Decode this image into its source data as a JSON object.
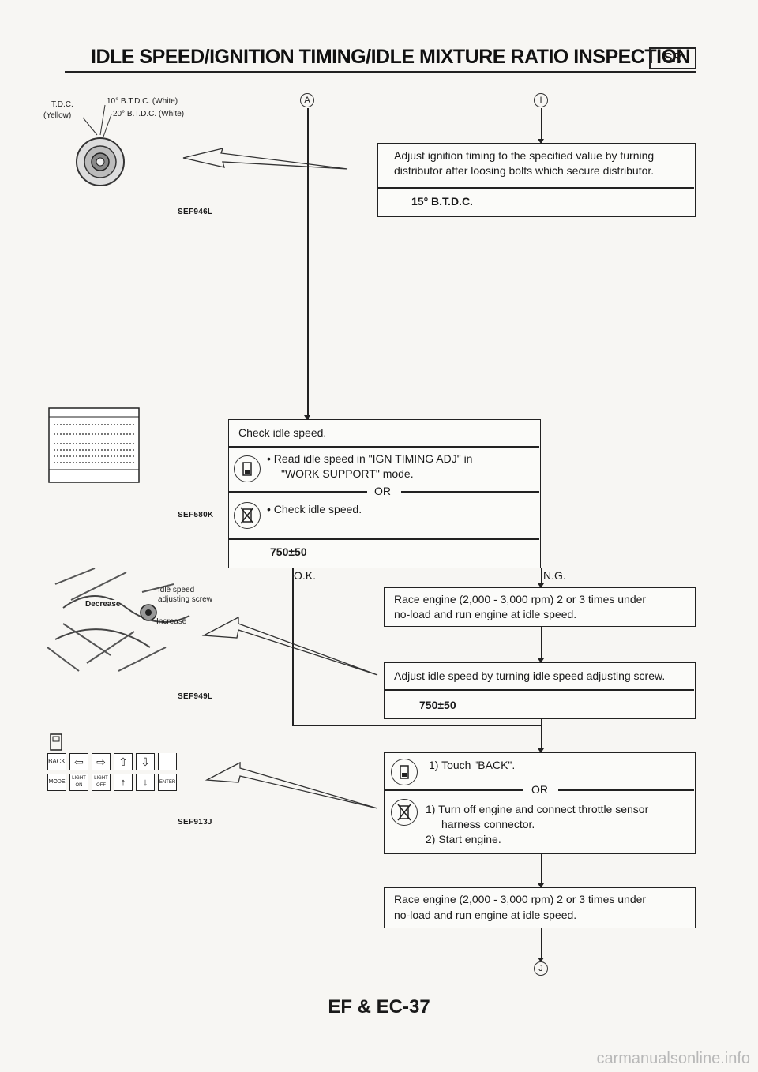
{
  "header": {
    "title": "IDLE SPEED/IGNITION TIMING/IDLE MIXTURE RATIO INSPECTION",
    "badge": "SR"
  },
  "figures": {
    "pulley": {
      "code": "SEF946L",
      "tdc_label": "T.D.C.",
      "tdc_color": "(Yellow)",
      "mark10": "10° B.T.D.C. (White)",
      "mark20": "20° B.T.D.C. (White)"
    },
    "consult_screen": {
      "code": "SEF580K"
    },
    "adjusting_screw": {
      "code": "SEF949L",
      "decrease": "Decrease",
      "screw_label_1": "Idle speed",
      "screw_label_2": "adjusting screw",
      "increase": "Increase"
    },
    "keypad": {
      "code": "SEF913J",
      "keys_top": [
        "BACK",
        "⇦",
        "⇨",
        "⇧",
        "⇩",
        ""
      ],
      "keys_bottom": [
        "MODE",
        "LIGHT ON",
        "LIGHT OFF",
        "↑",
        "↓",
        "ENTER"
      ]
    }
  },
  "flow": {
    "connector_a": "A",
    "connector_i": "I",
    "connector_j": "J",
    "timing": {
      "text": "Adjust ignition timing to the specified value by turning distributor after loosing bolts which secure distributor.",
      "spec": "15° B.T.D.C."
    },
    "check": {
      "title": "Check idle speed.",
      "consult_line1": "• Read idle speed in \"IGN TIMING ADJ\" in",
      "consult_line2": "\"WORK SUPPORT\" mode.",
      "or": "OR",
      "noconsult": "• Check idle speed.",
      "spec": "750±50"
    },
    "ok_label": "O.K.",
    "ng_label": "N.G.",
    "race1": {
      "line1": "Race engine (2,000 - 3,000 rpm) 2 or 3 times under",
      "line2": "no-load and run engine at idle speed."
    },
    "adjust_idle": {
      "text": "Adjust idle speed by turning idle speed adjusting screw.",
      "spec": "750±50"
    },
    "touch_back": {
      "consult_step": "1) Touch \"BACK\".",
      "or": "OR",
      "step1_line1": "1) Turn off engine and connect throttle sensor",
      "step1_line2": "harness connector.",
      "step2": "2) Start engine."
    },
    "race2": {
      "line1": "Race engine (2,000 - 3,000 rpm) 2 or 3 times under",
      "line2": "no-load and run engine at idle speed."
    }
  },
  "footer": {
    "page": "EF & EC-37",
    "watermark": "carmanualsonline.info"
  }
}
